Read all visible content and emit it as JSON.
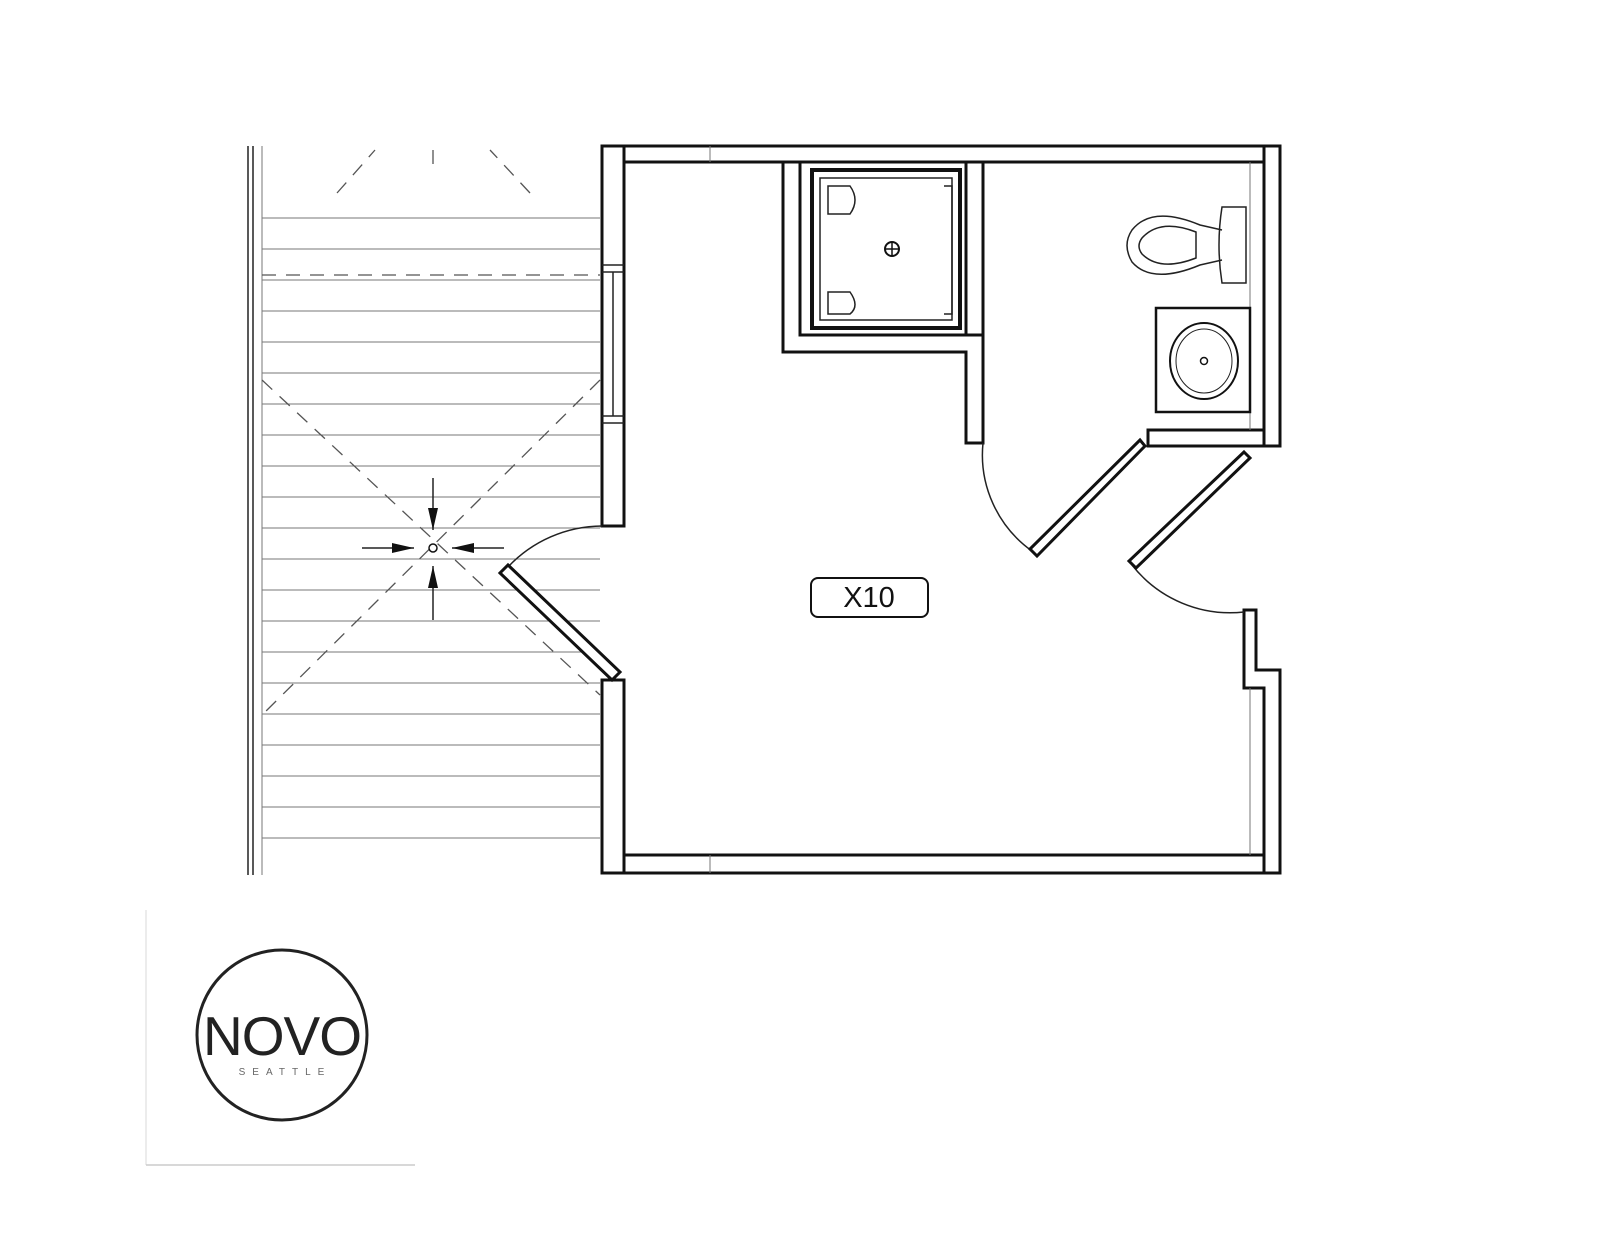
{
  "unit_label": "X10",
  "logo": {
    "name": "NOVO",
    "city": "SEATTLE"
  },
  "colors": {
    "line": "#111111",
    "background": "#ffffff",
    "deck_lines": "#777777"
  }
}
